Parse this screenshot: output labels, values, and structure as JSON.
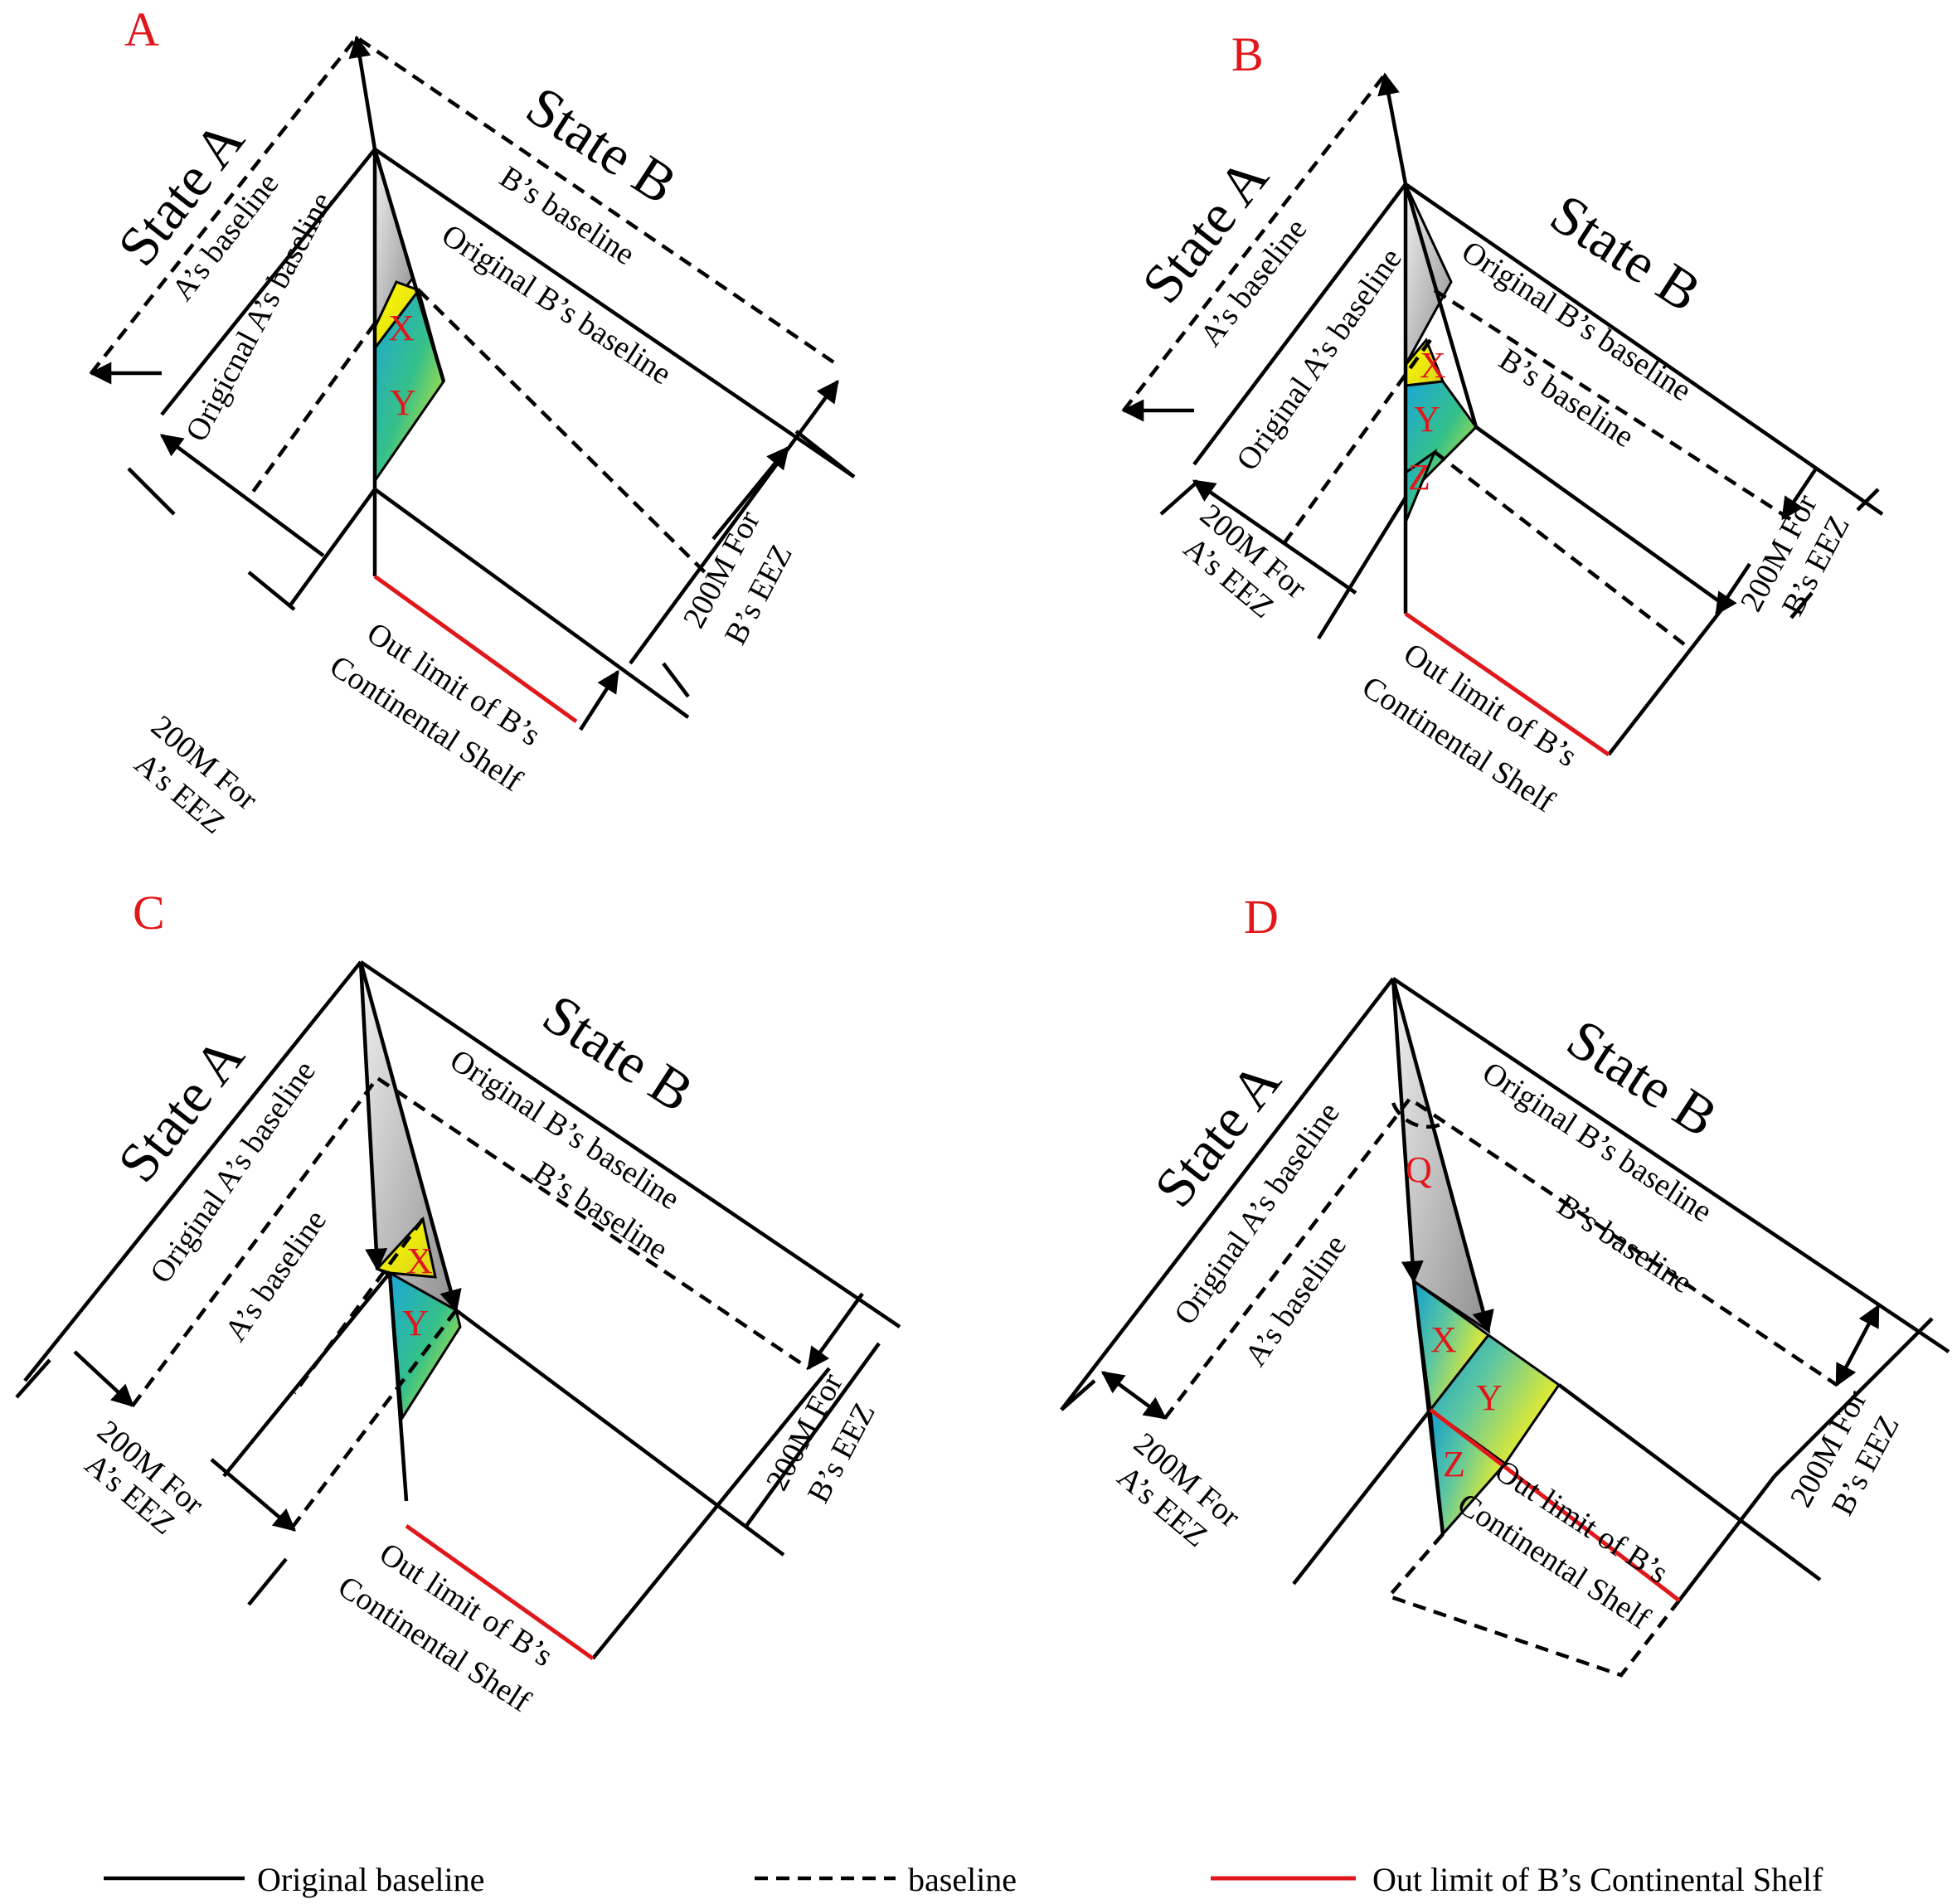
{
  "panels": {
    "A": {
      "letter": "A",
      "state_a": "State A",
      "state_b": "State B",
      "a_baseline": "A’s baseline",
      "b_baseline": "B’s baseline",
      "orig_a": "Origicnal A’s baseline",
      "orig_b": "Original B’s baseline",
      "zone_x": "X",
      "zone_y": "Y",
      "eez_b_1": "200M For",
      "eez_b_2": "B’s EEZ",
      "eez_a_1": "200M For",
      "eez_a_2": "A’s EEZ",
      "shelf_1": "Out limit of B’s",
      "shelf_2": "Continental Shelf"
    },
    "B": {
      "letter": "B",
      "state_a": "State A",
      "state_b": "State B",
      "a_baseline": "A’s baseline",
      "b_baseline": "B’s baseline",
      "orig_a": "Original A’s baseline",
      "orig_b": "Original B’s baseline",
      "zone_x": "X",
      "zone_y": "Y",
      "zone_z": "Z",
      "eez_a_1": "200M For",
      "eez_a_2": "A’s EEZ",
      "eez_b_1": "200M For",
      "eez_b_2": "B’s EEZ",
      "shelf_1": "Out limit of  B’s",
      "shelf_2": "Continental Shelf"
    },
    "C": {
      "letter": "C",
      "state_a": "State A",
      "state_b": "State B",
      "orig_a": "Original A’s baseline",
      "a_baseline": "A’s baseline",
      "orig_b": "Original B’s baseline",
      "b_baseline": "B’s baseline",
      "zone_x": "X",
      "zone_y": "Y",
      "eez_a_1": "200M For",
      "eez_a_2": "A’s EEZ",
      "eez_b_1": "200M For",
      "eez_b_2": "B’s EEZ",
      "shelf_1": "Out limit of B’s",
      "shelf_2": "Continental Shelf"
    },
    "D": {
      "letter": "D",
      "state_a": "State A",
      "state_b": "State B",
      "orig_a": "Original A’s baseline",
      "a_baseline": "A’s baseline",
      "orig_b": "Original B’s baseline",
      "b_baseline": "B’s baseline",
      "zone_q": "Q",
      "zone_x": "X",
      "zone_y": "Y",
      "zone_z": "Z",
      "eez_a_1": "200M For",
      "eez_a_2": "A’s EEZ",
      "eez_b_1": "200M For",
      "eez_b_2": "B’s EEZ",
      "shelf_1": "Out limit of B’s",
      "shelf_2": "Continental Shelf"
    }
  },
  "legend": {
    "original_baseline": "Original  baseline",
    "baseline": "baseline",
    "shelf_limit": "Out limit of  B’s Continental Shelf"
  },
  "colors": {
    "line": "#000000",
    "shelf_limit": "#e0171b",
    "labels_red": "#e0171b",
    "zone_gray": "#a9a9a9",
    "zone_yellow": "#f4f21a",
    "zone_teal": "#22a8c9"
  }
}
